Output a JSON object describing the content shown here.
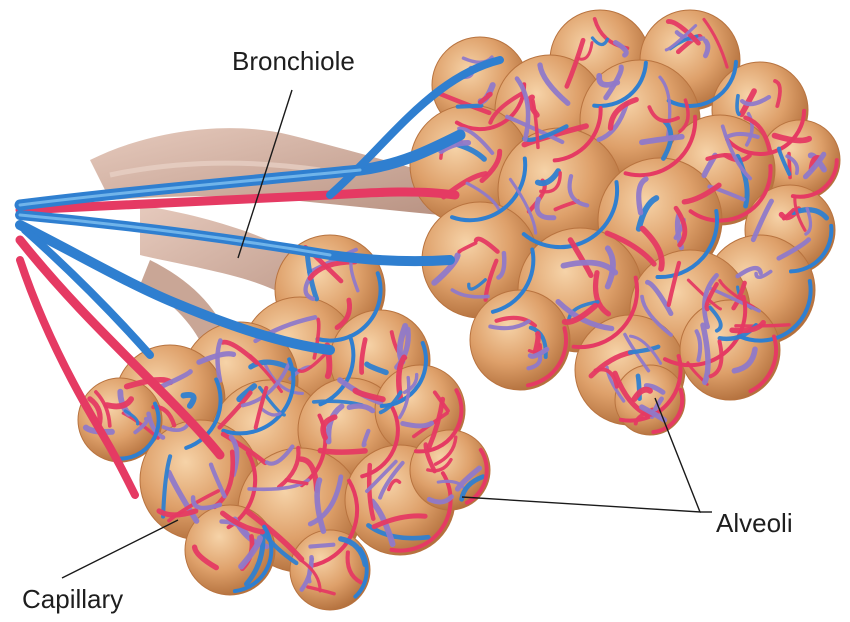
{
  "labels": {
    "bronchiole": "Bronchiole",
    "alveoli": "Alveoli",
    "capillary": "Capillary"
  },
  "colors": {
    "alveolus_base": "#d99a62",
    "alveolus_light": "#f3c99a",
    "alveolus_dark": "#b8733f",
    "vessel_blue": "#2f7fd0",
    "vessel_blue_light": "#6db8ef",
    "vessel_red": "#e53a63",
    "vessel_red_light": "#ff7d98",
    "vessel_purple": "#8f79c9",
    "bronchiole_tissue": "#d7b6a6",
    "bronchiole_shadow": "#b89484",
    "label_text": "#1e1e1e",
    "background": "#ffffff"
  }
}
